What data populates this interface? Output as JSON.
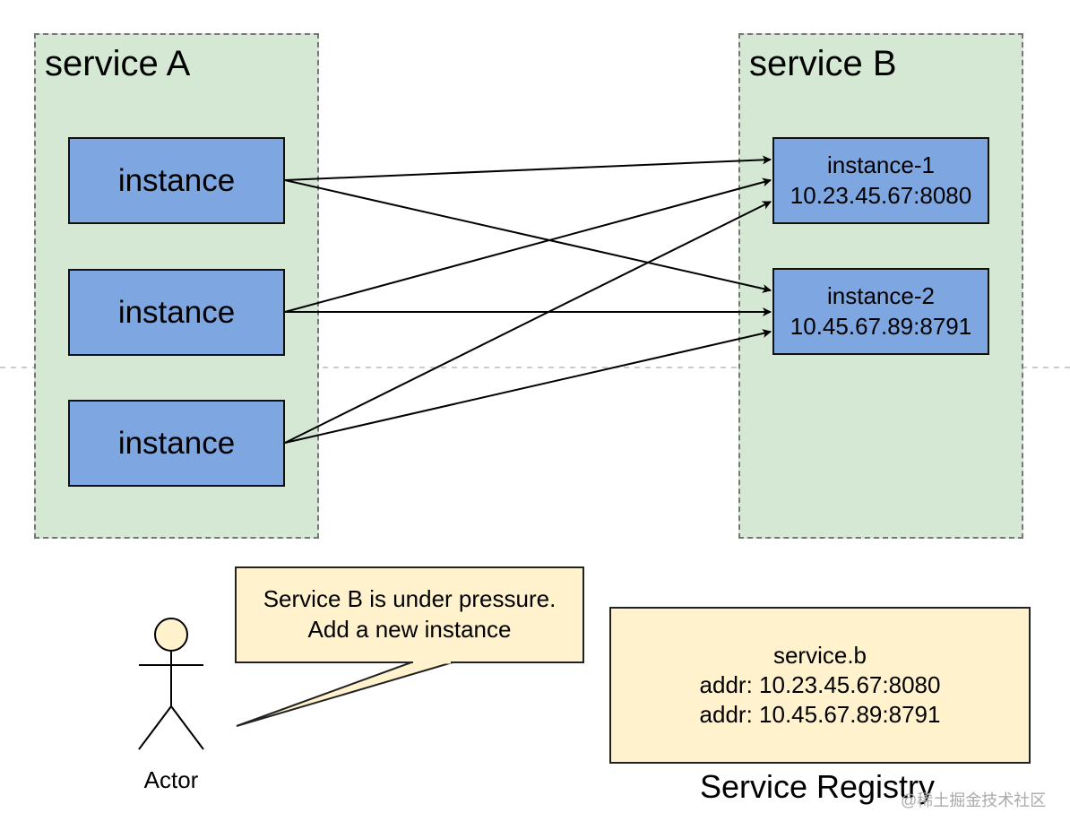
{
  "service_a": {
    "title": "service A",
    "instances": [
      "instance",
      "instance",
      "instance"
    ]
  },
  "service_b": {
    "title": "service B",
    "instances": [
      {
        "name": "instance-1",
        "addr": "10.23.45.67:8080"
      },
      {
        "name": "instance-2",
        "addr": "10.45.67.89:8791"
      }
    ]
  },
  "callout": {
    "line1": "Service B is under pressure.",
    "line2": "Add a new instance"
  },
  "actor": {
    "label": "Actor"
  },
  "registry": {
    "entry_name": "service.b",
    "addrs": [
      "addr: 10.23.45.67:8080",
      "addr: 10.45.67.89:8791"
    ],
    "title": "Service Registry"
  },
  "watermark": "@稀土掘金技术社区",
  "colors": {
    "group_fill": "#d5e8d4",
    "instance_fill": "#7ea6e0",
    "note_fill": "#fff2cc",
    "actor_head": "#fff2cc"
  }
}
